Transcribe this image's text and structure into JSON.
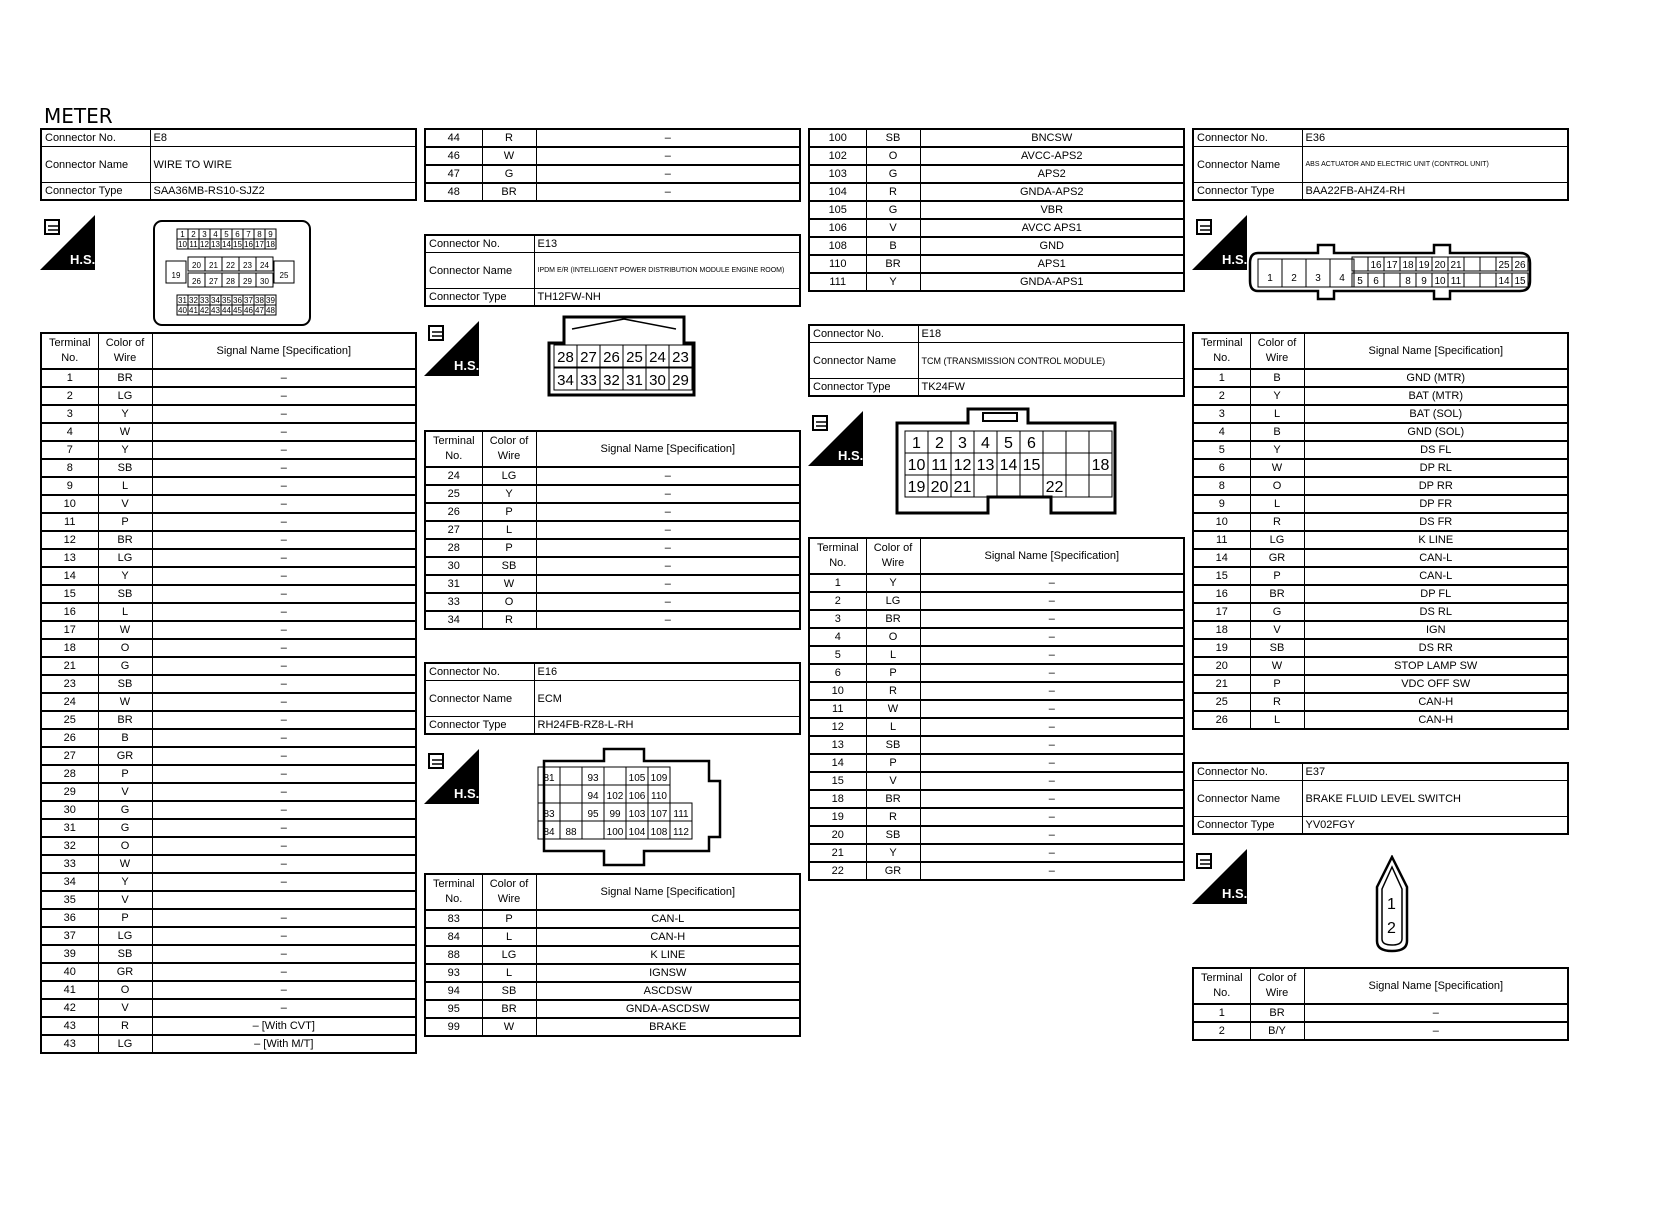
{
  "page_title": "METER",
  "icon": "hs-icon",
  "e8": {
    "header": [
      {
        "key": "Connector No.",
        "value": "E8"
      },
      {
        "key": "Connector Name",
        "value": "WIRE TO WIRE"
      },
      {
        "key": "Connector Type",
        "value": "SAA36MB-RS10-SJZ2"
      }
    ],
    "diagram_hs_label": "H.S.",
    "terminals": {
      "row1": [
        "1",
        "2",
        "3",
        "4",
        "5",
        "6",
        "7",
        "8",
        "9"
      ],
      "row2": [
        "10",
        "11",
        "12",
        "13",
        "14",
        "15",
        "16",
        "17",
        "18"
      ],
      "mid_left": "19",
      "row3": [
        "20",
        "21",
        "22",
        "23",
        "24"
      ],
      "row4": [
        "26",
        "27",
        "28",
        "29",
        "30"
      ],
      "mid_right": "25",
      "row5": [
        "31",
        "32",
        "33",
        "34",
        "35",
        "36",
        "37",
        "38",
        "39"
      ],
      "row6": [
        "40",
        "41",
        "42",
        "43",
        "44",
        "45",
        "46",
        "47",
        "48"
      ]
    }
  },
  "table_headers": {
    "terminal": "Terminal No.",
    "color": "Color of Wire",
    "signal": "Signal Name [Specification]"
  },
  "e8_rows": [
    [
      "1",
      "BR",
      "–"
    ],
    [
      "2",
      "LG",
      "–"
    ],
    [
      "3",
      "Y",
      "–"
    ],
    [
      "4",
      "W",
      "–"
    ],
    [
      "7",
      "Y",
      "–"
    ],
    [
      "8",
      "SB",
      "–"
    ],
    [
      "9",
      "L",
      "–"
    ],
    [
      "10",
      "V",
      "–"
    ],
    [
      "11",
      "P",
      "–"
    ],
    [
      "12",
      "BR",
      "–"
    ],
    [
      "13",
      "LG",
      "–"
    ],
    [
      "14",
      "Y",
      "–"
    ],
    [
      "15",
      "SB",
      "–"
    ],
    [
      "16",
      "L",
      "–"
    ],
    [
      "17",
      "W",
      "–"
    ],
    [
      "18",
      "O",
      "–"
    ],
    [
      "21",
      "G",
      "–"
    ],
    [
      "23",
      "SB",
      "–"
    ],
    [
      "24",
      "W",
      "–"
    ],
    [
      "25",
      "BR",
      "–"
    ],
    [
      "26",
      "B",
      "–"
    ],
    [
      "27",
      "GR",
      "–"
    ],
    [
      "28",
      "P",
      "–"
    ],
    [
      "29",
      "V",
      "–"
    ],
    [
      "30",
      "G",
      "–"
    ],
    [
      "31",
      "G",
      "–"
    ],
    [
      "32",
      "O",
      "–"
    ],
    [
      "33",
      "W",
      "–"
    ],
    [
      "34",
      "Y",
      "–"
    ],
    [
      "35",
      "V",
      ""
    ],
    [
      "36",
      "P",
      "–"
    ],
    [
      "37",
      "LG",
      "–"
    ],
    [
      "39",
      "SB",
      "–"
    ],
    [
      "40",
      "GR",
      "–"
    ],
    [
      "41",
      "O",
      "–"
    ],
    [
      "42",
      "V",
      "–"
    ],
    [
      "43",
      "R",
      "– [With CVT]"
    ],
    [
      "43",
      "LG",
      "– [With M/T]"
    ]
  ],
  "e8_cont_rows": [
    [
      "44",
      "R",
      "–"
    ],
    [
      "46",
      "W",
      "–"
    ],
    [
      "47",
      "G",
      "–"
    ],
    [
      "48",
      "BR",
      "–"
    ]
  ],
  "e13": {
    "header": [
      {
        "key": "Connector No.",
        "value": "E13"
      },
      {
        "key": "Connector Name",
        "value": "IPDM E/R (INTELLIGENT POWER DISTRIBUTION MODULE ENGINE ROOM)"
      },
      {
        "key": "Connector Type",
        "value": "TH12FW-NH"
      }
    ],
    "terminals": {
      "row1": [
        "28",
        "27",
        "26",
        "25",
        "24",
        "23"
      ],
      "row2": [
        "34",
        "33",
        "32",
        "31",
        "30",
        "29"
      ]
    },
    "rows": [
      [
        "24",
        "LG",
        "–"
      ],
      [
        "25",
        "Y",
        "–"
      ],
      [
        "26",
        "P",
        "–"
      ],
      [
        "27",
        "L",
        "–"
      ],
      [
        "28",
        "P",
        "–"
      ],
      [
        "30",
        "SB",
        "–"
      ],
      [
        "31",
        "W",
        "–"
      ],
      [
        "33",
        "O",
        "–"
      ],
      [
        "34",
        "R",
        "–"
      ]
    ]
  },
  "e16": {
    "header": [
      {
        "key": "Connector No.",
        "value": "E16"
      },
      {
        "key": "Connector Name",
        "value": "ECM"
      },
      {
        "key": "Connector Type",
        "value": "RH24FB-RZ8-L-RH"
      }
    ],
    "terminals": {
      "r1": [
        "81",
        "",
        "93",
        "",
        "105",
        "109"
      ],
      "r2": [
        "",
        "",
        "94",
        "102",
        "106",
        "110"
      ],
      "r3": [
        "83",
        "",
        "95",
        "99",
        "103",
        "107",
        "111"
      ],
      "r4": [
        "84",
        "88",
        "",
        "100",
        "104",
        "108",
        "112"
      ]
    },
    "rows": [
      [
        "83",
        "P",
        "CAN-L"
      ],
      [
        "84",
        "L",
        "CAN-H"
      ],
      [
        "88",
        "LG",
        "K LINE"
      ],
      [
        "93",
        "L",
        "IGNSW"
      ],
      [
        "94",
        "SB",
        "ASCDSW"
      ],
      [
        "95",
        "BR",
        "GNDA-ASCDSW"
      ],
      [
        "99",
        "W",
        "BRAKE"
      ]
    ]
  },
  "e16_cont_rows": [
    [
      "100",
      "SB",
      "BNCSW"
    ],
    [
      "102",
      "O",
      "AVCC-APS2"
    ],
    [
      "103",
      "G",
      "APS2"
    ],
    [
      "104",
      "R",
      "GNDA-APS2"
    ],
    [
      "105",
      "G",
      "VBR"
    ],
    [
      "106",
      "V",
      "AVCC APS1"
    ],
    [
      "108",
      "B",
      "GND"
    ],
    [
      "110",
      "BR",
      "APS1"
    ],
    [
      "111",
      "Y",
      "GNDA-APS1"
    ]
  ],
  "e18": {
    "header": [
      {
        "key": "Connector No.",
        "value": "E18"
      },
      {
        "key": "Connector Name",
        "value": "TCM (TRANSMISSION CONTROL MODULE)"
      },
      {
        "key": "Connector Type",
        "value": "TK24FW"
      }
    ],
    "terminals": {
      "row1": [
        "1",
        "2",
        "3",
        "4",
        "5",
        "6",
        "",
        "",
        ""
      ],
      "row2": [
        "10",
        "11",
        "12",
        "13",
        "14",
        "15",
        "",
        "",
        "18"
      ],
      "row3": [
        "19",
        "20",
        "21",
        "",
        "",
        "",
        "22",
        "",
        ""
      ]
    },
    "rows": [
      [
        "1",
        "Y",
        "–"
      ],
      [
        "2",
        "LG",
        "–"
      ],
      [
        "3",
        "BR",
        "–"
      ],
      [
        "4",
        "O",
        "–"
      ],
      [
        "5",
        "L",
        "–"
      ],
      [
        "6",
        "P",
        "–"
      ],
      [
        "10",
        "R",
        "–"
      ],
      [
        "11",
        "W",
        "–"
      ],
      [
        "12",
        "L",
        "–"
      ],
      [
        "13",
        "SB",
        "–"
      ],
      [
        "14",
        "P",
        "–"
      ],
      [
        "15",
        "V",
        "–"
      ],
      [
        "18",
        "BR",
        "–"
      ],
      [
        "19",
        "R",
        "–"
      ],
      [
        "20",
        "SB",
        "–"
      ],
      [
        "21",
        "Y",
        "–"
      ],
      [
        "22",
        "GR",
        "–"
      ]
    ]
  },
  "e36": {
    "header": [
      {
        "key": "Connector No.",
        "value": "E36"
      },
      {
        "key": "Connector Name",
        "value": "ABS ACTUATOR AND ELECTRIC UNIT (CONTROL UNIT)"
      },
      {
        "key": "Connector Type",
        "value": "BAA22FB-AHZ4-RH"
      }
    ],
    "terminals": {
      "big": [
        "1",
        "2",
        "3",
        "4"
      ],
      "top": [
        "",
        "16",
        "17",
        "18",
        "19",
        "20",
        "21",
        "",
        "",
        "25",
        "26"
      ],
      "bottom": [
        "5",
        "6",
        "",
        "8",
        "9",
        "10",
        "11",
        "",
        "",
        "14",
        "15"
      ]
    },
    "rows": [
      [
        "1",
        "B",
        "GND (MTR)"
      ],
      [
        "2",
        "Y",
        "BAT (MTR)"
      ],
      [
        "3",
        "L",
        "BAT (SOL)"
      ],
      [
        "4",
        "B",
        "GND (SOL)"
      ],
      [
        "5",
        "Y",
        "DS FL"
      ],
      [
        "6",
        "W",
        "DP RL"
      ],
      [
        "8",
        "O",
        "DP RR"
      ],
      [
        "9",
        "L",
        "DP FR"
      ],
      [
        "10",
        "R",
        "DS FR"
      ],
      [
        "11",
        "LG",
        "K LINE"
      ],
      [
        "14",
        "GR",
        "CAN-L"
      ],
      [
        "15",
        "P",
        "CAN-L"
      ],
      [
        "16",
        "BR",
        "DP FL"
      ],
      [
        "17",
        "G",
        "DS RL"
      ],
      [
        "18",
        "V",
        "IGN"
      ],
      [
        "19",
        "SB",
        "DS RR"
      ],
      [
        "20",
        "W",
        "STOP LAMP SW"
      ],
      [
        "21",
        "P",
        "VDC OFF SW"
      ],
      [
        "25",
        "R",
        "CAN-H"
      ],
      [
        "26",
        "L",
        "CAN-H"
      ]
    ]
  },
  "e37": {
    "header": [
      {
        "key": "Connector No.",
        "value": "E37"
      },
      {
        "key": "Connector Name",
        "value": "BRAKE FLUID LEVEL SWITCH"
      },
      {
        "key": "Connector Type",
        "value": "YV02FGY"
      }
    ],
    "terminals": [
      "1",
      "2"
    ],
    "rows": [
      [
        "1",
        "BR",
        "–"
      ],
      [
        "2",
        "B/Y",
        "–"
      ]
    ]
  }
}
